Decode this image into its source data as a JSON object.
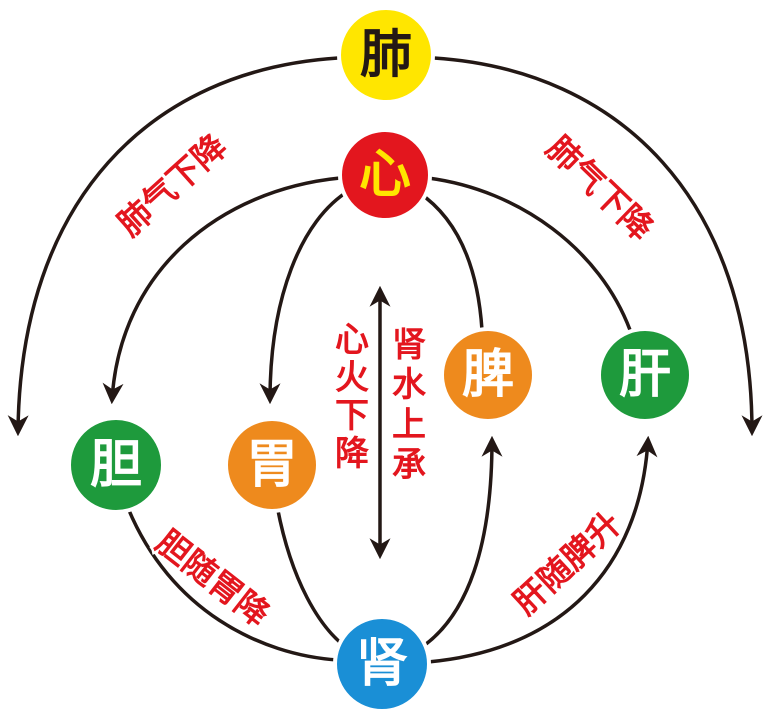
{
  "colors": {
    "yellow": "#ffe600",
    "red": "#e3161e",
    "orange": "#ee8a1d",
    "green": "#1e9a3c",
    "blue": "#1a8fd6",
    "line": "#231815",
    "label_red": "#e3161e",
    "white": "#ffffff"
  },
  "nodes": {
    "fei": "肺",
    "xin": "心",
    "pi": "脾",
    "gan": "肝",
    "dan": "胆",
    "wei": "胃",
    "shen": "肾"
  },
  "flows": {
    "lung_left": "肺气下降",
    "lung_right": "肺气下降",
    "gallbladder": "胆随胃降",
    "liver": "肝随脾升",
    "heart_fire": "心火下降",
    "kidney_water": "肾水上承"
  }
}
